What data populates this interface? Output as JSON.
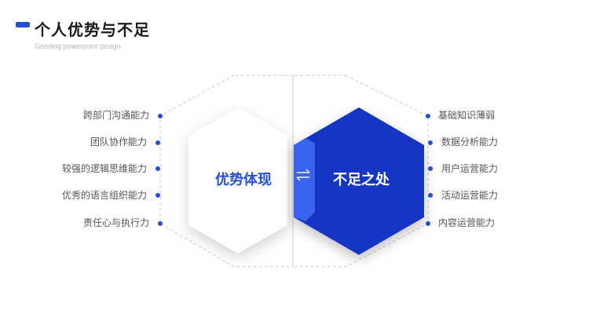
{
  "header": {
    "title": "个人优势与不足",
    "subtitle": "Gooding powerpoint design"
  },
  "diagram": {
    "advantages_label": "优势体现",
    "disadvantages_label": "不足之处",
    "center_icon": "swap-arrows-icon",
    "advantages": [
      "跨部门沟通能力",
      "团队协作能力",
      "较强的逻辑思维能力",
      "优秀的语言组织能力",
      "责任心与执行力"
    ],
    "disadvantages": [
      "基础知识薄弱",
      "数据分析能力",
      "用户运营能力",
      "活动运营能力",
      "内容运营能力"
    ]
  },
  "colors": {
    "accent": "#2450d8",
    "hex_dark": "#1536c4",
    "hex_light": "#ffffff",
    "text": "#555555"
  }
}
